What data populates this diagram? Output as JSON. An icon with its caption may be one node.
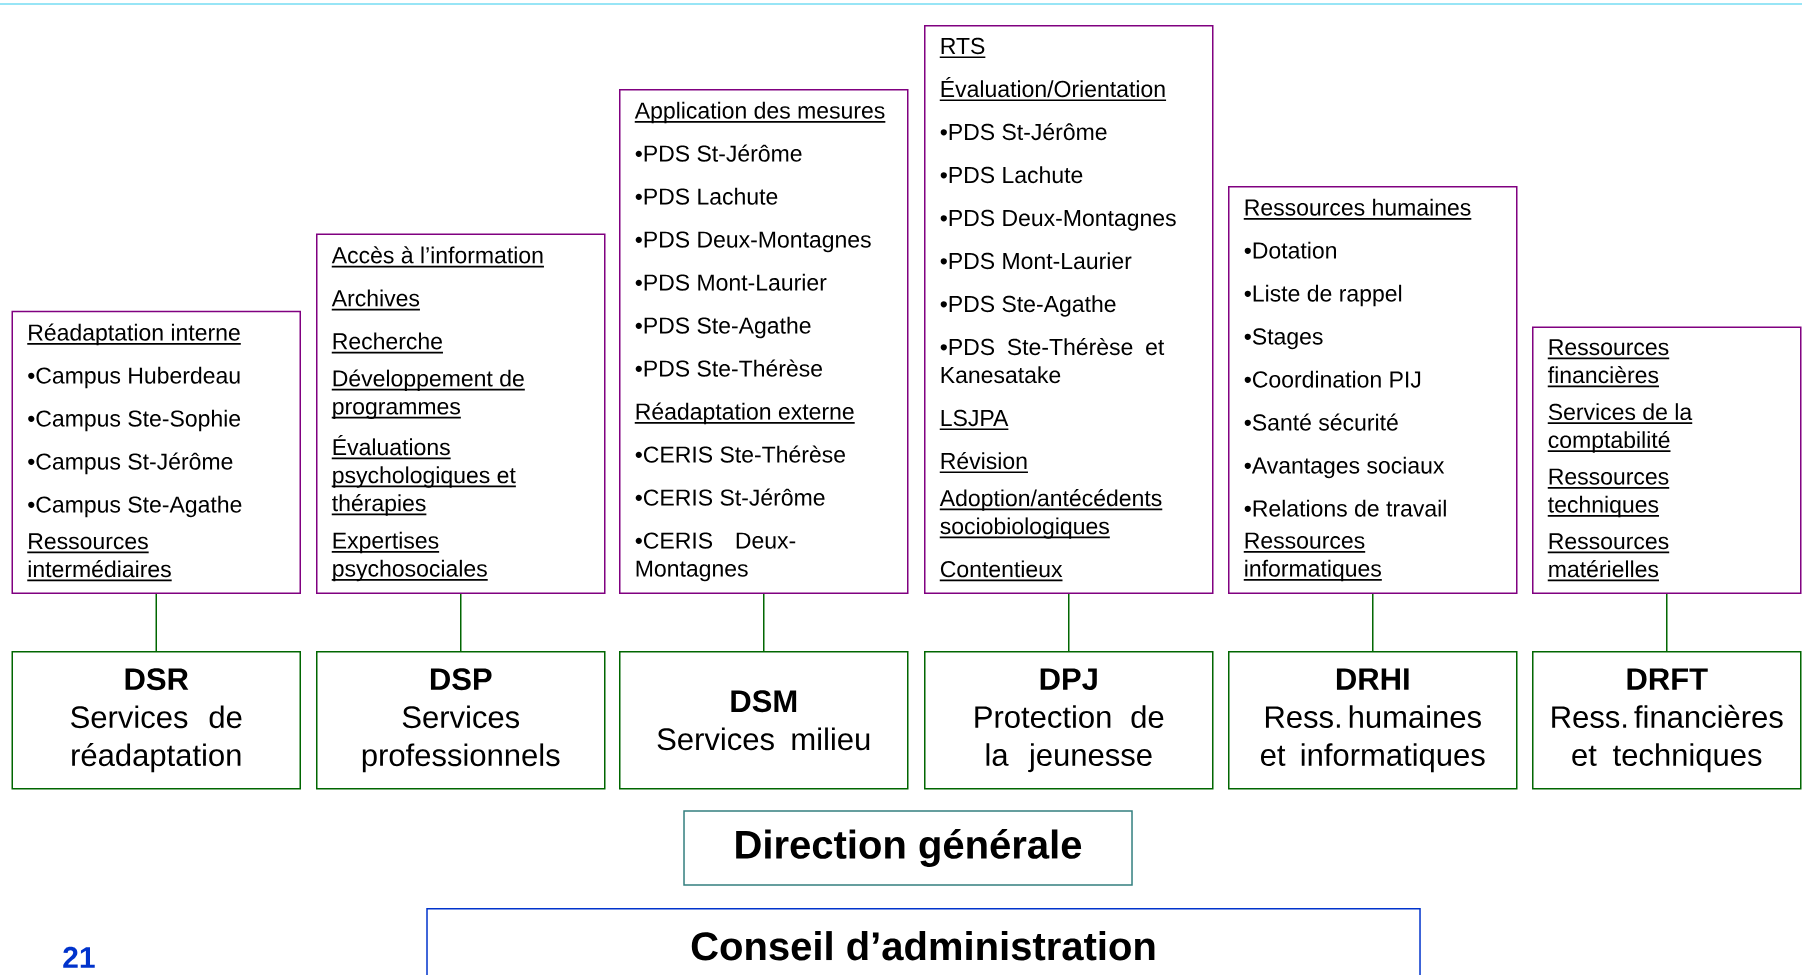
{
  "diagram": {
    "nodes": [
      {
        "text": [
          "Réadaptation interne",
          "•Campus Huberdeau",
          "•Campus Ste-Sophie",
          "•Campus St-Jérôme",
          "•Campus Ste-Agathe",
          "Ressources intermédiaires"
        ]
      },
      {
        "text": [
          "Accès à l’information",
          "Archives",
          "Recherche",
          "Développement de programmes",
          "Évaluations psychologiques et thérapies",
          "Expertises psychosociales"
        ]
      },
      {
        "text": [
          "Application des mesures",
          "•PDS St-Jérôme",
          "•PDS Lachute",
          "•PDS Deux-Montagnes",
          "•PDS Mont-Laurier",
          "•PDS Ste-Agathe",
          "•PDS Ste-Thérèse",
          "Réadaptation externe",
          "•CERIS Ste-Thérèse",
          "•CERIS St-Jérôme",
          "•CERIS Deux-Montagnes"
        ]
      },
      {
        "text": [
          "RTS",
          "Évaluation/Orientation",
          "•PDS St-Jérôme",
          "•PDS Lachute",
          "•PDS Deux-Montagnes",
          "•PDS Mont-Laurier",
          "•PDS Ste-Agathe",
          "•PDS Ste-Thérèse et Kanesatake",
          "LSJPA",
          "Révision",
          "Adoption/antécédents sociobiologiques",
          "Contentieux"
        ]
      },
      {
        "text": [
          "Ressources humaines",
          "•Dotation",
          "•Liste de rappel",
          "•Stages",
          "•Coordination PIJ",
          "•Santé sécurité",
          "•Avantages sociaux",
          "•Relations de travail",
          "Ressources informatiques"
        ]
      },
      {
        "text": [
          "Ressources financières",
          "Services de la comptabilité",
          "Ressources techniques",
          "Ressources matérielles"
        ]
      },
      {
        "text": [
          "DSR",
          "Services de réadaptation"
        ]
      },
      {
        "text": [
          "DSP",
          "Services professionnels"
        ]
      },
      {
        "text": [
          "DSM",
          "Services milieu"
        ]
      },
      {
        "text": [
          "DPJ",
          "Protection de la jeunesse"
        ]
      },
      {
        "text": [
          "DRHI",
          "Ress. humaines et informatiques"
        ]
      },
      {
        "text": [
          "DRFT",
          "Ress. financières et techniques"
        ]
      },
      {
        "text": [
          "Direction générale"
        ]
      },
      {
        "text": [
          "Conseil d’administration"
        ]
      }
    ],
    "edges": [
      {
        "from": 0,
        "to": 6,
        "arrow": "none"
      },
      {
        "from": 1,
        "to": 7,
        "arrow": "none"
      },
      {
        "from": 2,
        "to": 8,
        "arrow": "none"
      },
      {
        "from": 3,
        "to": 9,
        "arrow": "none"
      },
      {
        "from": 4,
        "to": 10,
        "arrow": "none"
      },
      {
        "from": 5,
        "to": 11,
        "arrow": "none"
      }
    ],
    "labels": [
      "21"
    ]
  }
}
